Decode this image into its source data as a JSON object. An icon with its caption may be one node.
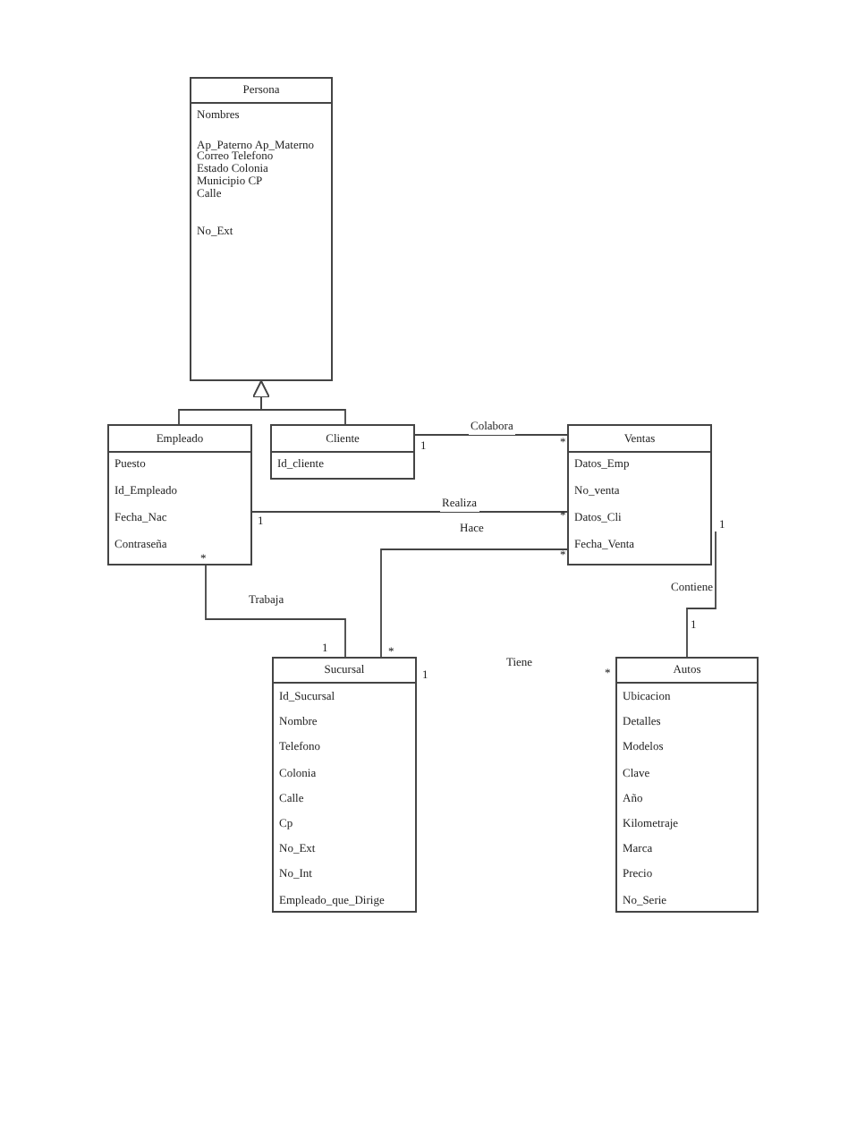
{
  "diagram": {
    "nodes": [
      {
        "text": [
          "Persona",
          "Nombres",
          "Ap_Paterno Ap_Materno",
          "Correo Telefono",
          "Estado Colonia",
          "Municipio CP",
          "Calle",
          "No_Ext"
        ]
      },
      {
        "text": [
          "Empleado",
          "Puesto",
          "Id_Empleado",
          "Fecha_Nac",
          "Contraseña"
        ]
      },
      {
        "text": [
          "Cliente",
          "Id_cliente"
        ]
      },
      {
        "text": [
          "Ventas",
          "Datos_Emp",
          "No_venta",
          "Datos_Cli",
          "Fecha_Venta"
        ]
      },
      {
        "text": [
          "Sucursal",
          "Id_Sucursal",
          "Nombre",
          "Telefono",
          "Colonia",
          "Calle",
          "Cp",
          "No_Ext",
          "No_Int",
          "Empleado_que_Dirige"
        ]
      },
      {
        "text": [
          "Autos",
          "Ubicacion",
          "Detalles",
          "Modelos",
          "Clave",
          "Año",
          "Kilometraje",
          "Marca",
          "Precio",
          "No_Serie"
        ]
      }
    ],
    "edges": [
      {
        "from": 1,
        "to": 0,
        "arrow": "to"
      },
      {
        "from": 2,
        "to": 0,
        "arrow": "to"
      },
      {
        "from": 2,
        "to": 3,
        "arrow": "none",
        "label": "Colabora"
      },
      {
        "from": 1,
        "to": 3,
        "arrow": "none",
        "label": "Realiza"
      },
      {
        "from": 4,
        "to": 3,
        "arrow": "none",
        "label": "Hace"
      },
      {
        "from": 1,
        "to": 4,
        "arrow": "none",
        "label": "Trabaja"
      },
      {
        "from": 3,
        "to": 5,
        "arrow": "none",
        "label": "Contiene"
      }
    ],
    "labels": [
      "1",
      "*",
      "1",
      "*",
      "1",
      "*",
      "*",
      "1",
      "1",
      "*",
      "Tiene",
      "1",
      "*"
    ]
  }
}
